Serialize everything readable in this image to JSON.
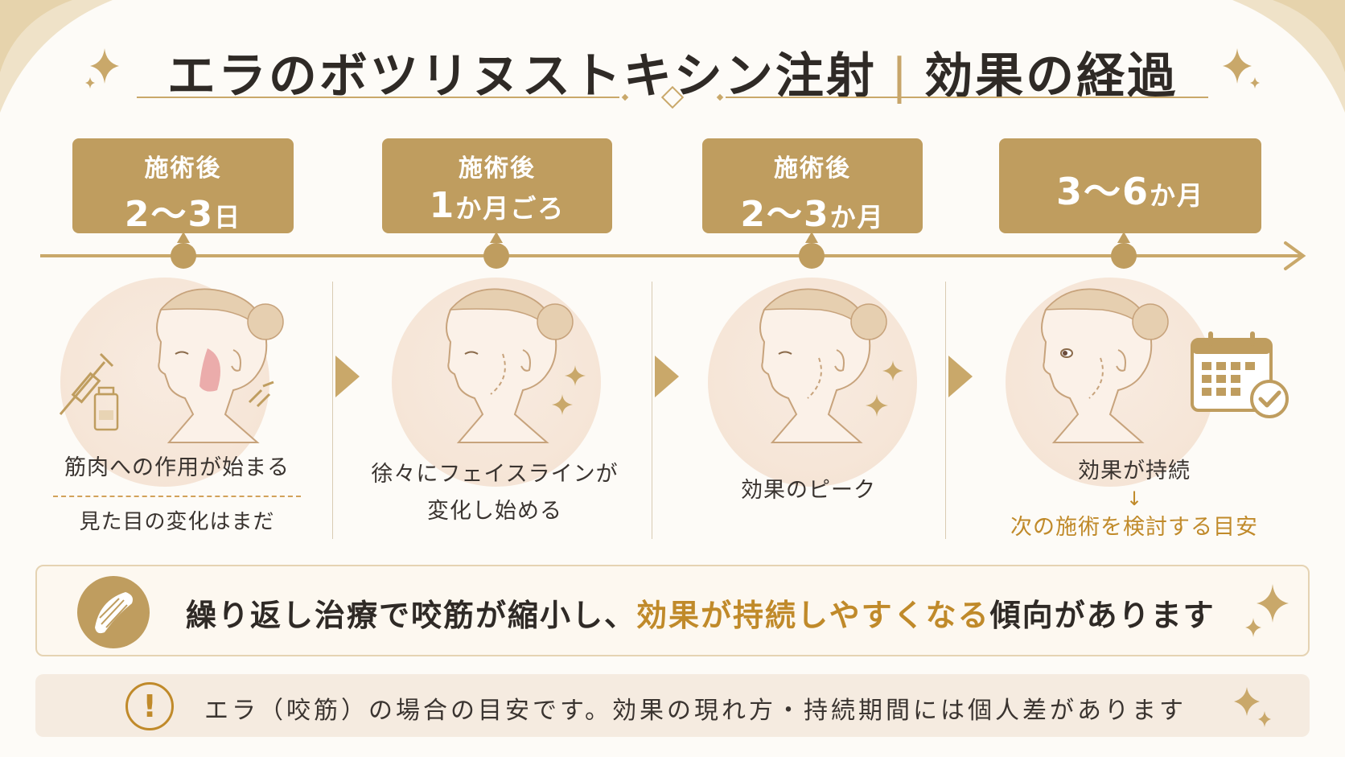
{
  "title": {
    "main": "エラのボツリヌストキシン注射",
    "separator": "|",
    "sub": "効果の経過"
  },
  "colors": {
    "gold": "#bf9d5f",
    "gold_text": "#c08a2a",
    "text": "#2f2a26",
    "circle_bg": "#f6e6d8",
    "muscle": "#e8a0a0"
  },
  "stages": [
    {
      "period_line1": "施術後",
      "period_num": "2〜3",
      "period_unit": "日",
      "caption_line1": "筋肉への作用が始まる",
      "caption_line2": "見た目の変化はまだ"
    },
    {
      "period_line1": "施術後",
      "period_num": "1",
      "period_unit": "か月ごろ",
      "caption_line1": "徐々にフェイスラインが",
      "caption_line2": "変化し始める"
    },
    {
      "period_line1": "施術後",
      "period_num": "2〜3",
      "period_unit": "か月",
      "caption_line1": "効果のピーク"
    },
    {
      "period_num": "3〜6",
      "period_unit": "か月",
      "caption_line1": "効果が持続",
      "caption_arrow": "↓",
      "caption_line2": "次の施術を検討する目安"
    }
  ],
  "icons": {
    "syringe": "syringe-icon",
    "vial": "vial-icon",
    "calendar": "calendar-check-icon",
    "muscle": "masseter-muscle-icon",
    "warning": "exclamation-icon",
    "sparkle": "sparkle-icon",
    "chevron": "chevron-right-icon"
  },
  "banner": {
    "text_before": "繰り返し治療で咬筋が縮小し、",
    "text_highlight": "効果が持続しやすくなる",
    "text_after": "傾向があります"
  },
  "note": {
    "icon_glyph": "!",
    "text": "エラ（咬筋）の場合の目安です。効果の現れ方・持続期間には個人差があります"
  }
}
